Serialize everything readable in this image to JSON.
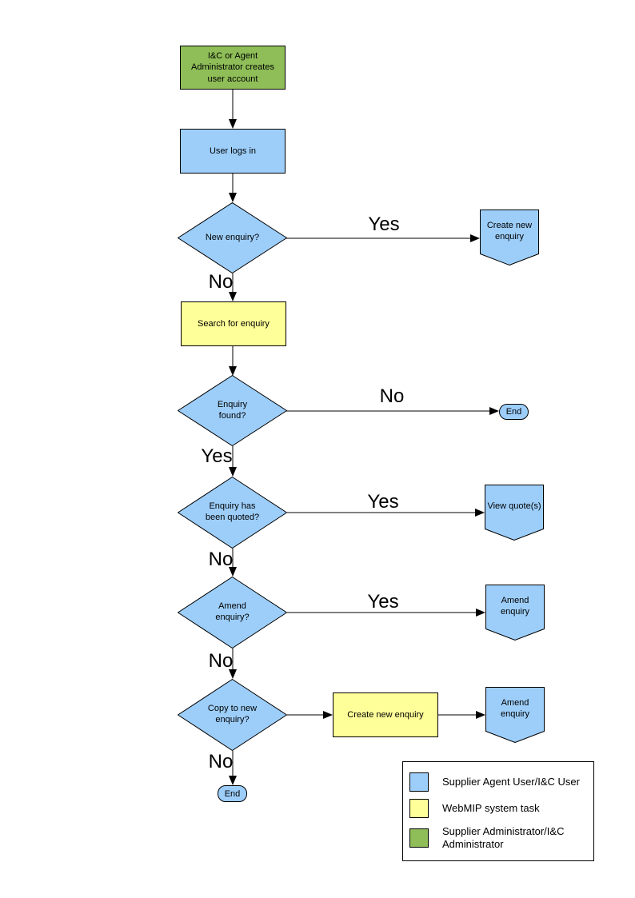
{
  "page": {
    "background": "#FFFFFF"
  },
  "colors": {
    "user_task": "#9DCEFA",
    "system_task": "#FFFF99",
    "admin_task": "#8FBE58",
    "outline": "#000000"
  },
  "nodes": {
    "admin_creates_account": "I&C or Agent Administrator creates user account",
    "user_logs_in": "User logs in",
    "new_enquiry_q": "New enquiry?",
    "create_new_enquiry_offpage": "Create new enquiry",
    "search_for_enquiry": "Search for enquiry",
    "enquiry_found_q": "Enquiry found?",
    "end_terminator_1": "End",
    "enquiry_quoted_q": "Enquiry has been quoted?",
    "view_quotes_offpage": "View quote(s)",
    "amend_enquiry_q": "Amend enquiry?",
    "amend_enquiry_offpage_1": "Amend enquiry",
    "copy_to_new_enquiry_q": "Copy to new enquiry?",
    "create_new_enquiry_task": "Create new enquiry",
    "amend_enquiry_offpage_2": "Amend enquiry",
    "end_terminator_2": "End"
  },
  "edge_labels": {
    "new_enquiry_yes": "Yes",
    "new_enquiry_no": "No",
    "enquiry_found_no": "No",
    "enquiry_found_yes": "Yes",
    "enquiry_quoted_yes": "Yes",
    "enquiry_quoted_no": "No",
    "amend_enquiry_yes": "Yes",
    "amend_enquiry_no": "No",
    "copy_to_new_no": "No"
  },
  "legend": {
    "items": [
      {
        "label": "Supplier Agent User/I&C User",
        "color": "#9DCEFA"
      },
      {
        "label": "WebMIP system task",
        "color": "#FFFF99"
      },
      {
        "label": "Supplier Administrator/I&C Administrator",
        "color": "#8FBE58"
      }
    ]
  }
}
